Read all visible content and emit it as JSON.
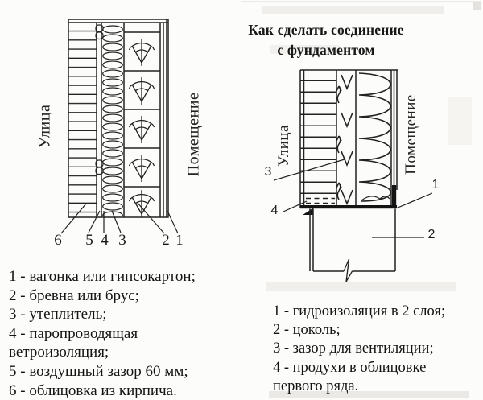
{
  "page": {
    "paper_color": "#fcfcfa",
    "ink_color": "#222222"
  },
  "left_diagram": {
    "street_label": "Улица",
    "room_label": "Помещение",
    "callout_6": "6",
    "callout_5": "5",
    "callout_4": "4",
    "callout_3": "3",
    "callout_2": "2",
    "callout_1": "1",
    "legend_lines": [
      "1 - вагонка или гипсокартон;",
      "2 - бревна или брус;",
      "3 - утеплитель;",
      "4 - паропроводящая",
      "ветроизоляция;",
      "5 - воздушный зазор 60 мм;",
      "6 - облицовка из кирпича."
    ]
  },
  "right_diagram": {
    "title_line_1": "Как сделать соединение",
    "title_line_2": "с фундаментом",
    "street_label": "Улица",
    "room_label": "Помещение",
    "callout_1": "1",
    "callout_2": "2",
    "callout_3": "3",
    "callout_4": "4",
    "legend_lines": [
      "1 - гидроизоляция в 2 слоя;",
      "2 - цоколь;",
      "3 - зазор для вентиляции;",
      "4 - продухи в облицовке",
      "первого ряда."
    ]
  }
}
